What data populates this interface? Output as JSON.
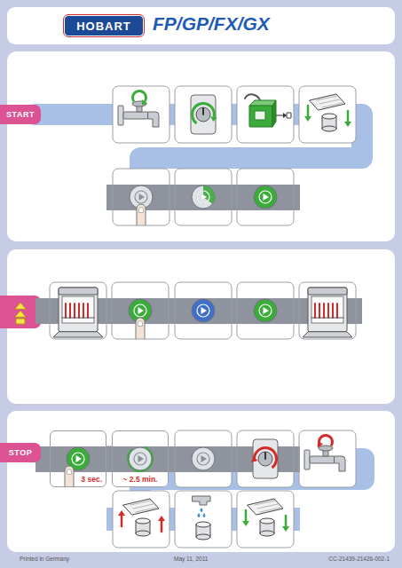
{
  "diagram": {
    "title": "FP/GP/FX/GX",
    "nodes": [
      {
        "text": [
          "HOBART"
        ]
      },
      {
        "text": [
          "START"
        ]
      },
      {
        "text": [
          "STOP"
        ]
      },
      {
        "text": [
          "3 sec."
        ]
      },
      {
        "text": [
          "~ 2.5 min."
        ]
      }
    ],
    "edges": [
      {
        "from": 3,
        "to": 4,
        "arrow": "none"
      }
    ],
    "labels": [
      "Printed in Germany",
      "May 11, 2011",
      "CC-21439-21426-002-1"
    ]
  }
}
